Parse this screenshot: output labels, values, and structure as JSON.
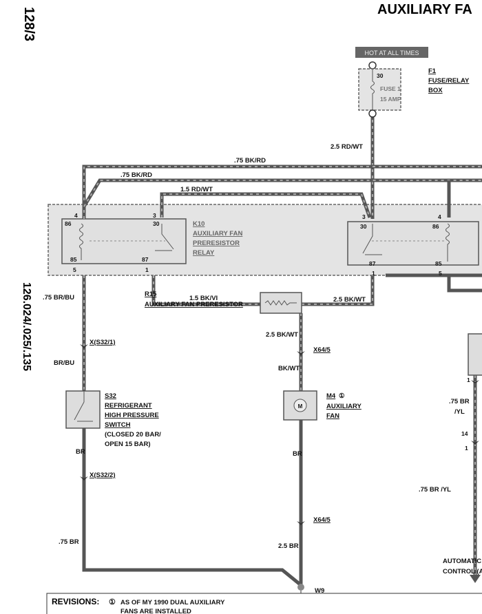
{
  "header": {
    "title": "AUXILIARY FA",
    "page": "128/3",
    "models": "126.024/.025/.135"
  },
  "power": {
    "hot_label": "HOT AT ALL TIMES",
    "fuse_id": "F1",
    "fuse_name1": "FUSE/RELAY",
    "fuse_name2": "BOX",
    "fuse_pin": "30",
    "fuse_num": "FUSE 1",
    "fuse_amp": "15 AMP"
  },
  "wires": {
    "rd_wt_25": "2.5 RD/WT",
    "bk_rd_a": ".75 BK/RD",
    "bk_rd_b": ".75 BK/RD",
    "rd_wt_15": "1.5 RD/WT",
    "bk_vi": "1.5 BK/VI",
    "bk_wt_a": "2.5 BK/WT",
    "bk_wt_b": "2.5 BK/WT",
    "bk_wt": "BK/WT",
    "br_bu_75": ".75 BR/BU",
    "br_bu": "BR/BU",
    "br_a": "BR",
    "br_b": "BR",
    "br_75": ".75 BR",
    "br_25": "2.5 BR",
    "br_yl_a1": ".75 BR",
    "br_yl_a2": "/YL",
    "br_yl_b": ".75 BR /YL"
  },
  "relay_k10": {
    "id": "K10",
    "name1": "AUXILIARY FAN",
    "name2": "PRERESISTOR",
    "name3": "RELAY",
    "pins": {
      "p4": "4",
      "p86": "86",
      "p3": "3",
      "p30": "30",
      "p85": "85",
      "p87": "87",
      "p5": "5",
      "p1": "1"
    }
  },
  "relay_right": {
    "pins": {
      "p3": "3",
      "p30": "30",
      "p4": "4",
      "p86": "86",
      "p87": "87",
      "p85": "85",
      "p1": "1",
      "p5": "5"
    }
  },
  "resistor": {
    "id": "R15",
    "name": "AUXILIARY FAN PRERESISTOR"
  },
  "connectors": {
    "s32_1": "X(S32/1)",
    "s32_2": "X(S32/2)",
    "x64_a": "X64/5",
    "x64_b": "X64/5"
  },
  "switch": {
    "id": "S32",
    "name1": "REFRIGERANT",
    "name2": "HIGH PRESSURE",
    "name3": "SWITCH",
    "note1": "(CLOSED 20 BAR/",
    "note2": "OPEN 15 BAR)"
  },
  "motor": {
    "id": "M4",
    "rev": "①",
    "name1": "AUXILIARY",
    "name2": "FAN",
    "symbol": "M"
  },
  "ground": {
    "id": "W9"
  },
  "right_side": {
    "pin1": "1",
    "pin14": "14",
    "pin1b": "1",
    "dest1": "AUTOMATIC",
    "dest2": "CONTROL (A"
  },
  "revisions": {
    "label": "REVISIONS:",
    "mark": "①",
    "line1": "AS OF MY 1990 DUAL AUXILIARY",
    "line2": "FANS ARE INSTALLED"
  }
}
